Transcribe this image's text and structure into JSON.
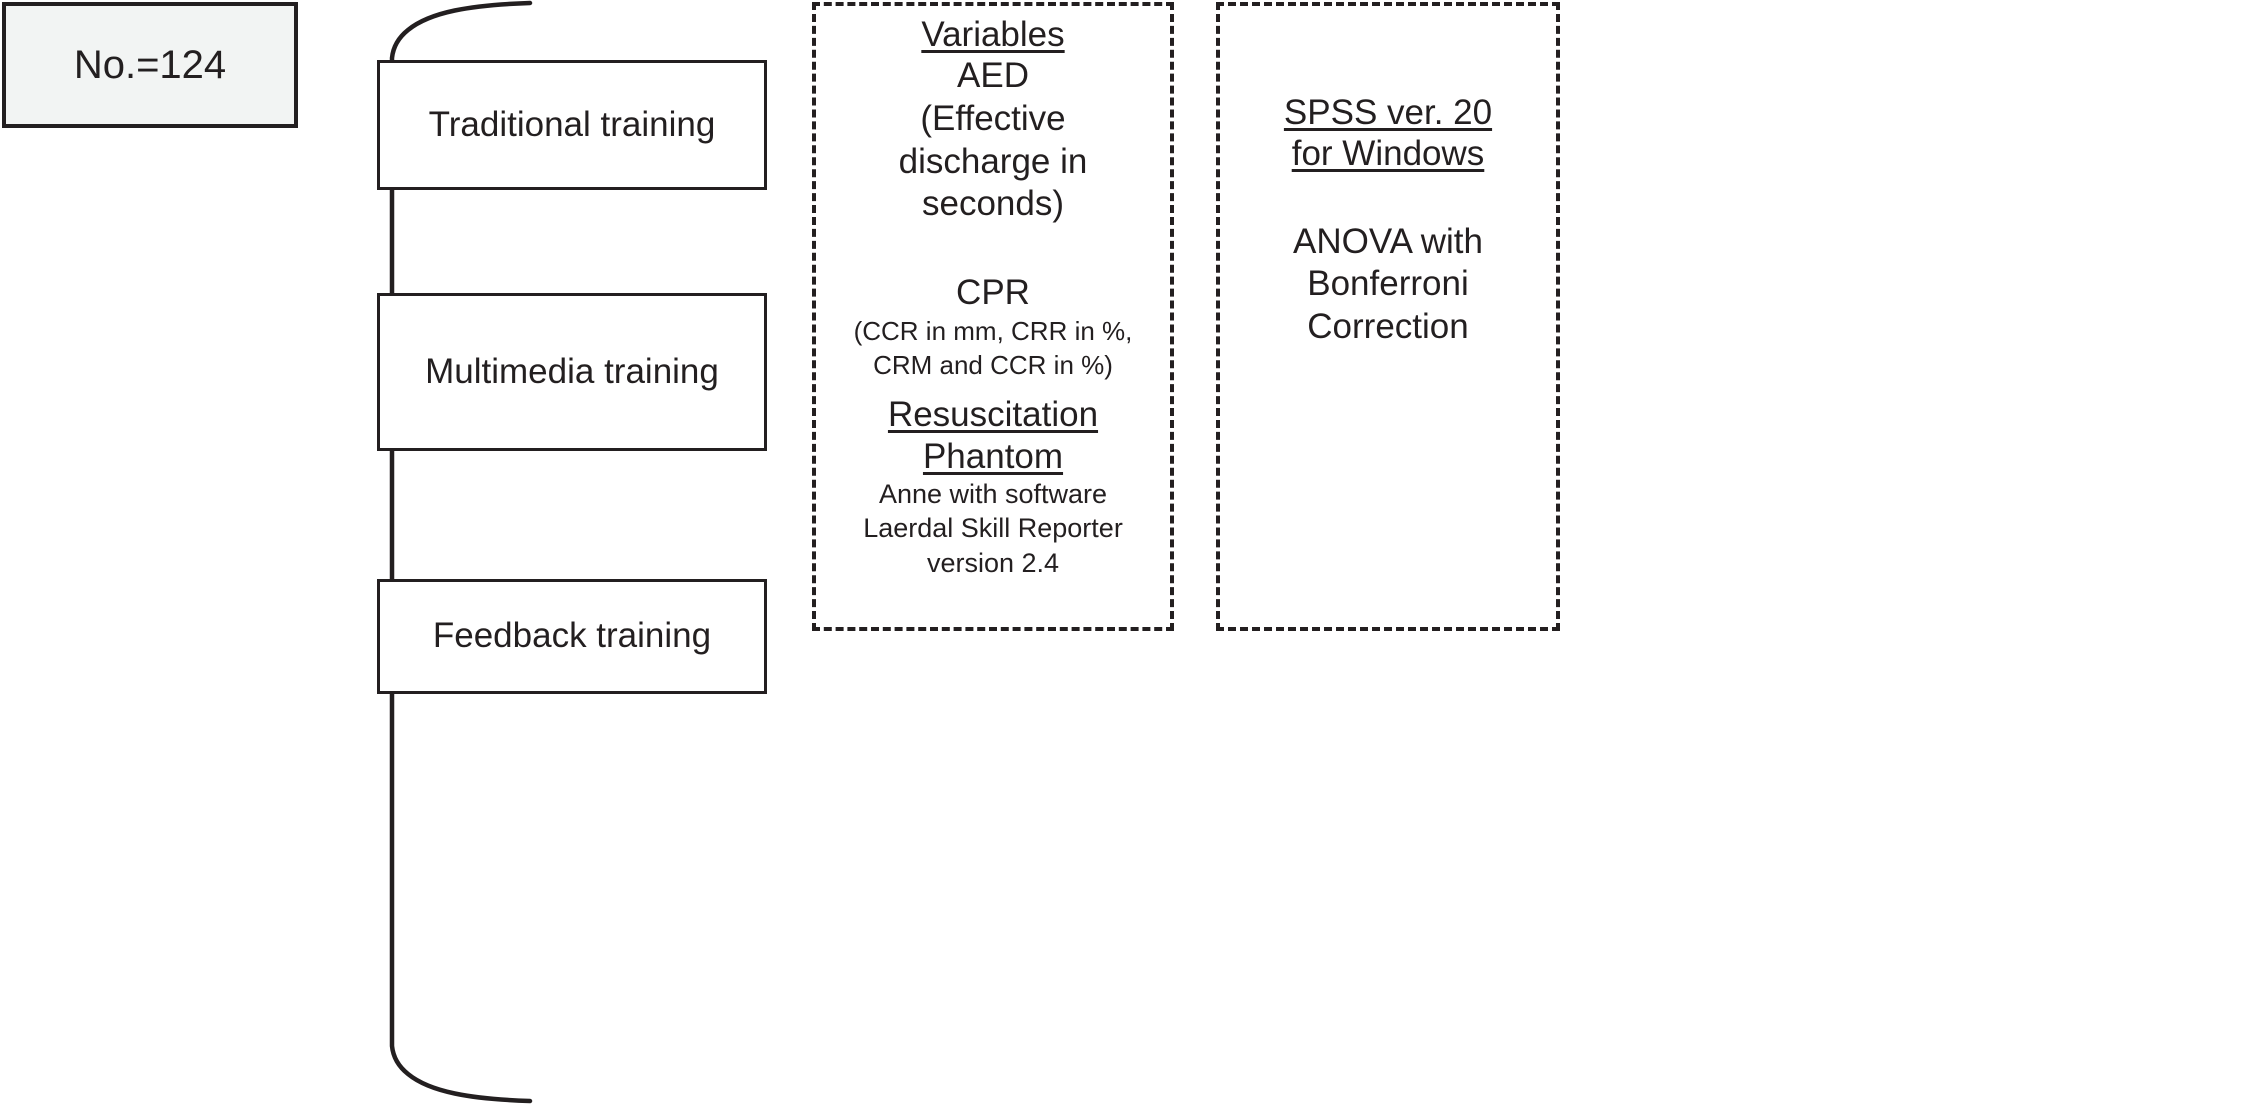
{
  "diagram": {
    "cohort": {
      "label": "No.=124"
    },
    "bracket": {
      "icon": "curly-grouping-bracket"
    },
    "training_groups": [
      {
        "label": "Traditional training"
      },
      {
        "label": "Multimedia training"
      },
      {
        "label": "Feedback training"
      }
    ],
    "variables_panel": {
      "heading": "Variables ",
      "aed_title": "AED",
      "aed_detail_line1": "(Effective",
      "aed_detail_line2": "discharge in",
      "aed_detail_line3": "seconds)",
      "cpr_title": "CPR",
      "cpr_detail_line1": "(CCR in mm, CRR in %,",
      "cpr_detail_line2": "CRM and CCR in %)",
      "phantom_heading_line1": "Resuscitation ",
      "phantom_heading_line2": "Phantom",
      "phantom_detail_line1": "Anne with software",
      "phantom_detail_line2": "Laerdal Skill Reporter",
      "phantom_detail_line3": "version 2.4"
    },
    "analysis_panel": {
      "software_line1": "SPSS ver. 20",
      "software_line2": " for Windows ",
      "method_line1": "ANOVA with",
      "method_line2": "Bonferroni",
      "method_line3": "Correction"
    },
    "colors": {
      "stroke": "#231f20",
      "cohort_fill": "#f2f4f3",
      "page_background": "#ffffff"
    }
  }
}
